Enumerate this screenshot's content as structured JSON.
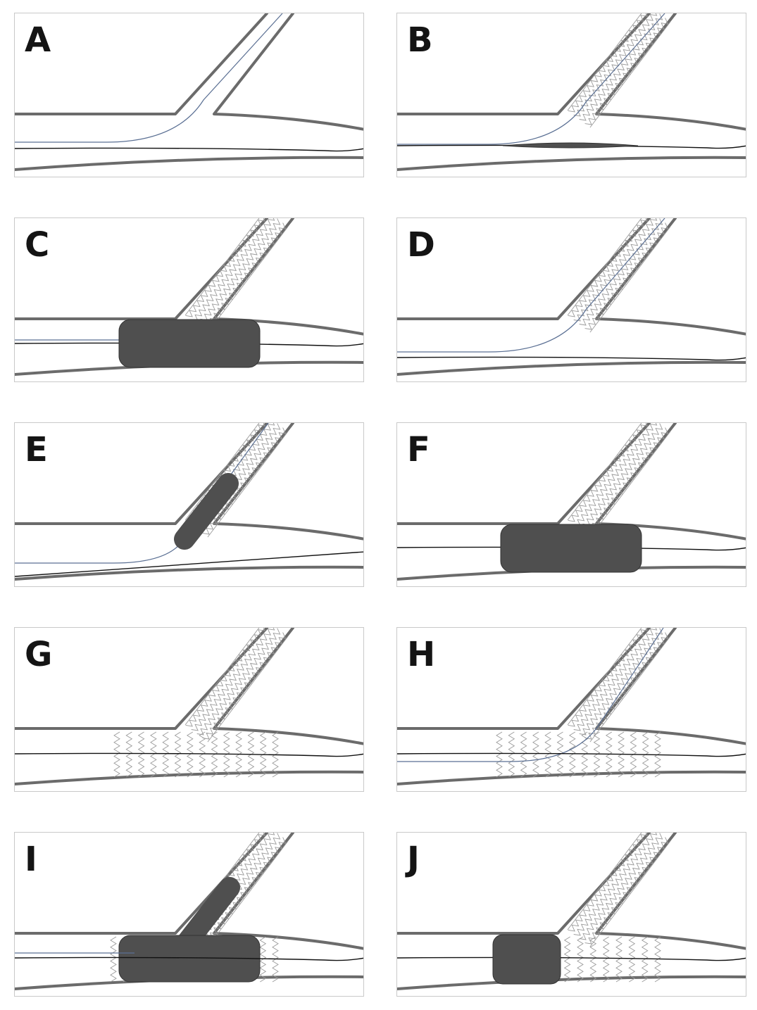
{
  "figure": {
    "panels": [
      {
        "id": "A",
        "label": "A"
      },
      {
        "id": "B",
        "label": "B"
      },
      {
        "id": "C",
        "label": "C"
      },
      {
        "id": "D",
        "label": "D"
      },
      {
        "id": "E",
        "label": "E"
      },
      {
        "id": "F",
        "label": "F"
      },
      {
        "id": "G",
        "label": "G"
      },
      {
        "id": "H",
        "label": "H"
      },
      {
        "id": "I",
        "label": "I"
      },
      {
        "id": "J",
        "label": "J"
      }
    ],
    "colors": {
      "vessel_wall": "#6b6b6b",
      "guidewire_main": "#111111",
      "guidewire_side": "#5a6f93",
      "stent_struts": "#9a9a9a",
      "balloon": "#4f4f4f",
      "panel_border": "#c9c9c9",
      "label": "#141414"
    }
  }
}
